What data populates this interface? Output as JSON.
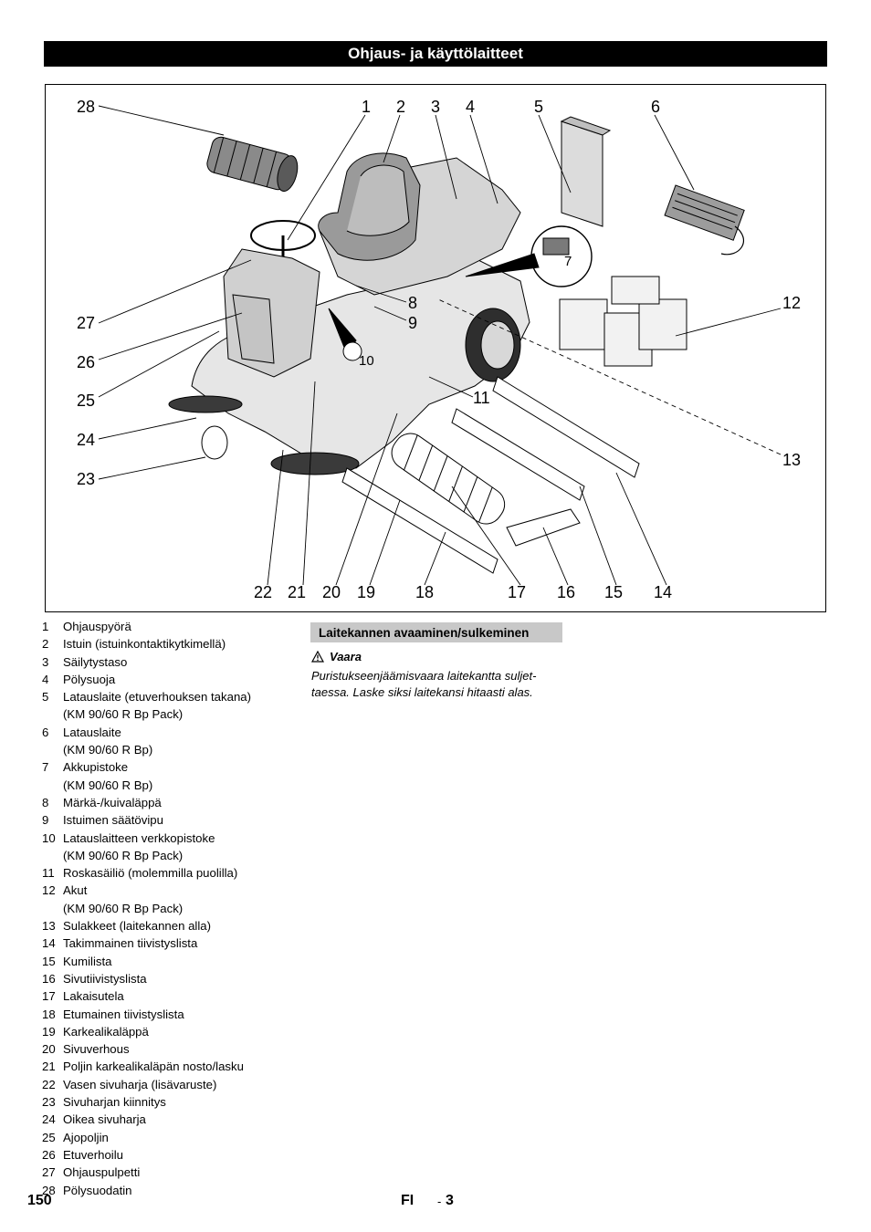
{
  "header": {
    "title": "Ohjaus- ja käyttölaitteet"
  },
  "figure": {
    "callouts": [
      "1",
      "2",
      "3",
      "4",
      "5",
      "6",
      "7",
      "8",
      "9",
      "10",
      "11",
      "12",
      "13",
      "14",
      "15",
      "16",
      "17",
      "18",
      "19",
      "20",
      "21",
      "22",
      "23",
      "24",
      "25",
      "26",
      "27",
      "28"
    ]
  },
  "legend": [
    {
      "n": "1",
      "lines": [
        "Ohjauspyörä"
      ]
    },
    {
      "n": "2",
      "lines": [
        "Istuin (istuinkontaktikytkimellä)"
      ]
    },
    {
      "n": "3",
      "lines": [
        "Säilytystaso"
      ]
    },
    {
      "n": "4",
      "lines": [
        "Pölysuoja"
      ]
    },
    {
      "n": "5",
      "lines": [
        "Latauslaite (etuverhouksen takana)",
        "(KM 90/60 R Bp Pack)"
      ]
    },
    {
      "n": "6",
      "lines": [
        "Latauslaite",
        "(KM 90/60 R Bp)"
      ]
    },
    {
      "n": "7",
      "lines": [
        "Akkupistoke",
        "(KM 90/60 R Bp)"
      ]
    },
    {
      "n": "8",
      "lines": [
        "Märkä-/kuivaläppä"
      ]
    },
    {
      "n": "9",
      "lines": [
        "Istuimen säätövipu"
      ]
    },
    {
      "n": "10",
      "lines": [
        "Latauslaitteen verkkopistoke",
        "(KM 90/60 R Bp Pack)"
      ]
    },
    {
      "n": "11",
      "lines": [
        "Roskasäiliö (molemmilla puolilla)"
      ]
    },
    {
      "n": "12",
      "lines": [
        "Akut",
        "(KM 90/60 R Bp Pack)"
      ]
    },
    {
      "n": "13",
      "lines": [
        "Sulakkeet (laitekannen alla)"
      ]
    },
    {
      "n": "14",
      "lines": [
        "Takimmainen tiivistyslista"
      ]
    },
    {
      "n": "15",
      "lines": [
        "Kumilista"
      ]
    },
    {
      "n": "16",
      "lines": [
        "Sivutiivistyslista"
      ]
    },
    {
      "n": "17",
      "lines": [
        "Lakaisutela"
      ]
    },
    {
      "n": "18",
      "lines": [
        "Etumainen tiivistyslista"
      ]
    },
    {
      "n": "19",
      "lines": [
        "Karkealikaläppä"
      ]
    },
    {
      "n": "20",
      "lines": [
        "Sivuverhous"
      ]
    },
    {
      "n": "21",
      "lines": [
        "Poljin karkealikaläpän nosto/lasku"
      ]
    },
    {
      "n": "22",
      "lines": [
        "Vasen sivuharja (lisävaruste)"
      ]
    },
    {
      "n": "23",
      "lines": [
        "Sivuharjan kiinnitys"
      ]
    },
    {
      "n": "24",
      "lines": [
        "Oikea sivuharja"
      ]
    },
    {
      "n": "25",
      "lines": [
        "Ajopoljin"
      ]
    },
    {
      "n": "26",
      "lines": [
        "Etuverhoilu"
      ]
    },
    {
      "n": "27",
      "lines": [
        "Ohjauspulpetti"
      ]
    },
    {
      "n": "28",
      "lines": [
        "Pölysuodatin"
      ]
    }
  ],
  "section": {
    "heading": "Laitekannen avaaminen/sulkeminen",
    "warning_label": "Vaara",
    "warning_text": "Puristukseenjäämisvaara laitekantta suljet-taessa. Laske siksi laitekansi hitaasti alas."
  },
  "footer": {
    "page": "150",
    "lang": "FI",
    "sep": "-",
    "num": "3"
  }
}
